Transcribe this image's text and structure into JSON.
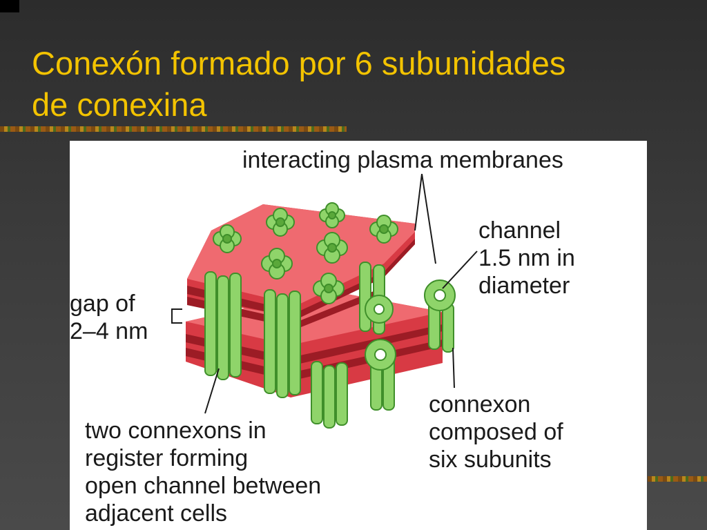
{
  "slide": {
    "title_lines": [
      "Conexón formado por 6 subunidades",
      "de conexina"
    ]
  },
  "figure": {
    "labels": {
      "membranes": "interacting plasma membranes",
      "channel": [
        "channel",
        "1.5 nm in",
        "diameter"
      ],
      "gap": [
        "gap of",
        "2–4 nm"
      ],
      "connexon": [
        "connexon",
        "composed of",
        "six subunits"
      ],
      "two_connexons": [
        "two connexons in",
        "register forming",
        "open channel between",
        "adjacent cells"
      ]
    }
  },
  "colors": {
    "title": "#f3c300",
    "membrane": "#e2474f",
    "membrane_dark": "#b5232c",
    "connexin": "#8fd46a",
    "connexin_dark": "#3f8f2a",
    "background": "#3a3a3a"
  }
}
